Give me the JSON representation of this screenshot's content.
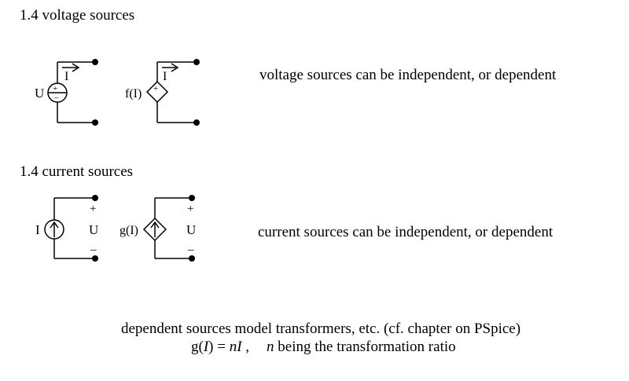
{
  "headings": {
    "voltage": "1.4 voltage sources",
    "current": "1.4 current sources"
  },
  "voltage_section": {
    "description": "voltage sources can be independent, or dependent",
    "independent": {
      "source_label": "U",
      "current_label": "I"
    },
    "dependent": {
      "source_label": "f(I)",
      "current_label": "I"
    }
  },
  "current_section": {
    "description": "current sources can be independent, or dependent",
    "independent": {
      "source_label": "I",
      "plus": "+",
      "voltage_label": "U",
      "minus": "–"
    },
    "dependent": {
      "source_label": "g(I)",
      "plus": "+",
      "voltage_label": "U",
      "minus": "–"
    }
  },
  "footer": {
    "line1": "dependent sources model transformers, etc. (cf. chapter on PSpice)",
    "formula_lhs": "g(",
    "formula_var": "I",
    "formula_mid": ") = ",
    "formula_n": "n",
    "formula_var2": "I",
    "formula_sep": " ,",
    "formula_text_n": "n",
    "formula_text": " being the transformation ratio"
  }
}
